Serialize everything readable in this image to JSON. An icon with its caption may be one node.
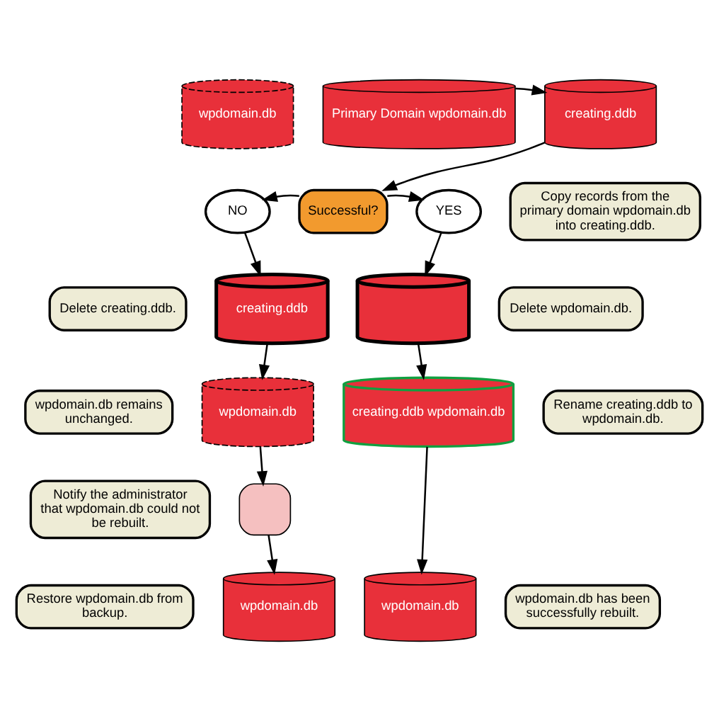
{
  "diagram": {
    "nodes": [
      {
        "text": [
          "wpdomain.db"
        ]
      },
      {
        "text": [
          "Primary Domain wpdomain.db"
        ]
      },
      {
        "text": [
          "creating.ddb"
        ]
      },
      {
        "text": [
          "Copy records from the primary domain wpdomain.db into creating.ddb."
        ]
      },
      {
        "text": [
          "NO"
        ]
      },
      {
        "text": [
          "Successful?"
        ]
      },
      {
        "text": [
          "YES"
        ]
      },
      {
        "text": [
          "Delete creating.ddb."
        ]
      },
      {
        "text": [
          "creating.ddb"
        ]
      },
      {
        "text": [],
        "shape": "cylinder"
      },
      {
        "text": [
          "Delete wpdomain.db."
        ]
      },
      {
        "text": [
          "wpdomain.db remains unchanged."
        ]
      },
      {
        "text": [
          "wpdomain.db"
        ]
      },
      {
        "text": [
          "creating.ddb wpdomain.db"
        ]
      },
      {
        "text": [
          "Rename creating.ddb to wpdomain.db."
        ]
      },
      {
        "text": [
          "Notify the administrator that wpdomain.db could not be rebuilt."
        ]
      },
      {
        "text": [],
        "shape": "person"
      },
      {
        "text": [
          "wpdomain.db"
        ]
      },
      {
        "text": [
          "Restore wpdomain.db from backup."
        ]
      },
      {
        "text": [
          "wpdomain.db"
        ]
      },
      {
        "text": [
          "wpdomain.db has been successfully rebuilt."
        ]
      }
    ],
    "edges": [
      {
        "from": 1,
        "to": 2,
        "arrow": "to"
      },
      {
        "from": 2,
        "to": 5,
        "arrow": "to"
      },
      {
        "from": 5,
        "to": 4,
        "arrow": "to"
      },
      {
        "from": 5,
        "to": 6,
        "arrow": "to"
      },
      {
        "from": 4,
        "to": 8,
        "arrow": "to"
      },
      {
        "from": 6,
        "to": 9,
        "arrow": "to"
      },
      {
        "from": 8,
        "to": 12,
        "arrow": "to"
      },
      {
        "from": 9,
        "to": 13,
        "arrow": "to"
      },
      {
        "from": 12,
        "to": 16,
        "arrow": "to"
      },
      {
        "from": 16,
        "to": 17,
        "arrow": "to"
      },
      {
        "from": 13,
        "to": 19,
        "arrow": "to"
      }
    ]
  }
}
